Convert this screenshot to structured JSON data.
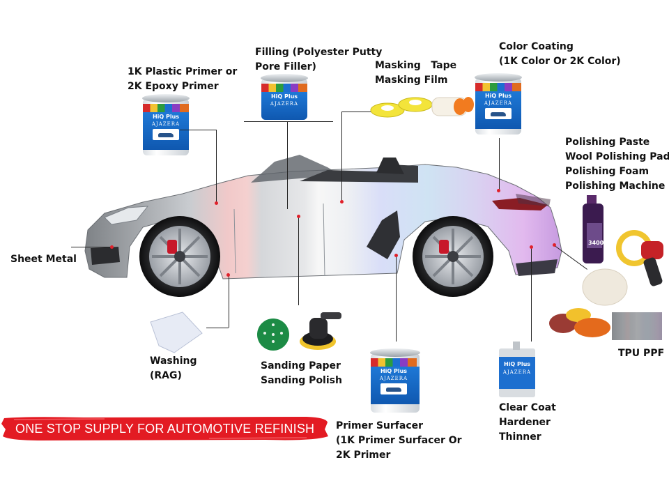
{
  "labels": {
    "primer": [
      "1K Plastic Primer or",
      "2K Epoxy Primer"
    ],
    "filling": [
      "Filling (Polyester Putty",
      "Pore Filler)"
    ],
    "masking": [
      "Masking   Tape",
      "Masking Film"
    ],
    "color": [
      "Color Coating",
      "(1K Color Or 2K Color)"
    ],
    "polishing": [
      "Polishing Paste",
      "Wool Polishing Pad",
      "Polishing Foam",
      "Polishing Machine"
    ],
    "sheet_metal": "Sheet Metal",
    "washing": [
      "Washing",
      "(RAG)"
    ],
    "sanding": [
      "Sanding Paper",
      "Sanding Polish"
    ],
    "primer_surfacer": [
      "Primer Surfacer",
      "(1K Primer Surfacer Or",
      "2K Primer"
    ],
    "clear_coat": [
      "Clear Coat",
      "Hardener",
      "Thinner"
    ],
    "tpu": "TPU PPF"
  },
  "banner": "ONE STOP SUPPLY FOR AUTOMOTIVE REFINISH",
  "can": {
    "brand": "HiQ Plus",
    "sub": "AJAZERA"
  },
  "polish_bottle_text": "3400",
  "colors": {
    "banner_red": "#e31b23",
    "can_blue": "#1e78d6",
    "pointer_dot": "#e0202a"
  }
}
